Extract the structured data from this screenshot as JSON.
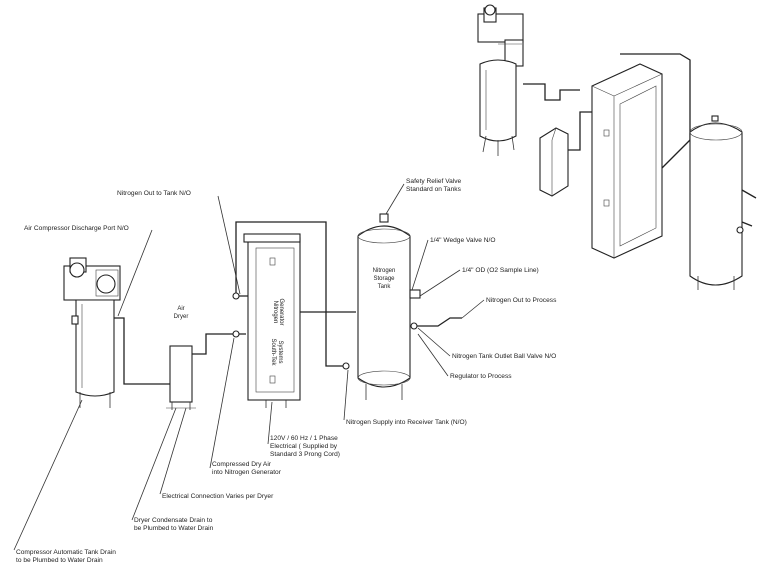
{
  "equipment": {
    "air_dryer": [
      "Air",
      "Dryer"
    ],
    "generator": [
      "Nitrogen",
      "Generator"
    ],
    "generator_logo": [
      "South-Tek",
      "Systems"
    ],
    "tank": [
      "Nitrogen",
      "Storage",
      "Tank"
    ]
  },
  "callouts": {
    "compressor_discharge": "Air Compressor Discharge Port N/O",
    "n2_out_to_tank": "Nitrogen Out to Tank N/O",
    "safety_valve_1": "Safety Relief Valve",
    "safety_valve_2": "Standard on Tanks",
    "wedge_valve": "1/4\" Wedge Valve N/O",
    "o2_sample": "1/4\" OD (O2 Sample Line)",
    "n2_out_process": "Nitrogen Out to Process",
    "outlet_ball_valve": "Nitrogen Tank Outlet Ball Valve N/O",
    "regulator": "Regulator to Process",
    "n2_supply_receiver": "Nitrogen Supply into Receiver Tank (N/O)",
    "electrical_1": "120V / 60 Hz / 1 Phase",
    "electrical_2": "Electrical ( Supplied by",
    "electrical_3": "Standard 3 Prong Cord)",
    "compressed_dry_1": "Compressed Dry Air",
    "compressed_dry_2": "into Nitrogen Generator",
    "electrical_dryer": "Electrical Connection Varies per Dryer",
    "dryer_drain_1": "Dryer Condensate Drain to",
    "dryer_drain_2": "be Plumbed to Water Drain",
    "compressor_drain_1": "Compressor Automatic Tank Drain",
    "compressor_drain_2": "to be Plumbed to Water Drain"
  }
}
